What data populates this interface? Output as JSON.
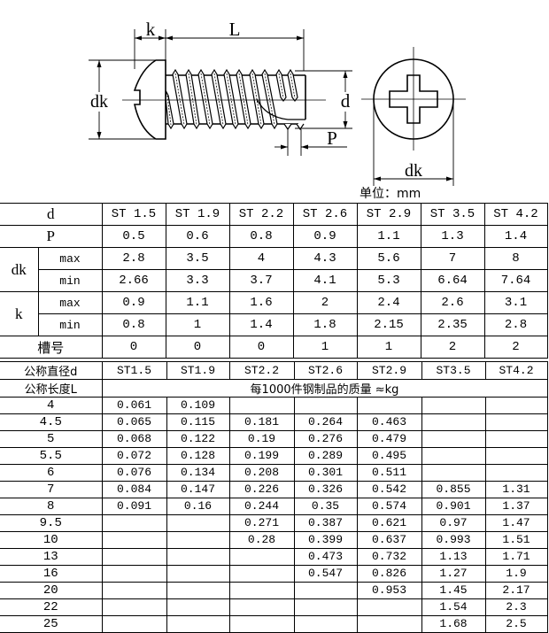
{
  "drawing": {
    "labels": {
      "k": "k",
      "L": "L",
      "dk_side": "dk",
      "d": "d",
      "P": "P",
      "dk_end": "dk"
    },
    "unit_label": "单位：mm"
  },
  "dimensions_table": {
    "header": {
      "label": "d",
      "sizes": [
        "ST 1.5",
        "ST 1.9",
        "ST 2.2",
        "ST 2.6",
        "ST 2.9",
        "ST 3.5",
        "ST 4.2"
      ]
    },
    "rows": [
      {
        "label": "P",
        "values": [
          "0.5",
          "0.6",
          "0.8",
          "0.9",
          "1.1",
          "1.3",
          "1.4"
        ]
      },
      {
        "group": "dk",
        "sub": "max",
        "values": [
          "2.8",
          "3.5",
          "4",
          "4.3",
          "5.6",
          "7",
          "8"
        ]
      },
      {
        "group": "dk",
        "sub": "min",
        "values": [
          "2.66",
          "3.3",
          "3.7",
          "4.1",
          "5.3",
          "6.64",
          "7.64"
        ]
      },
      {
        "group": "k",
        "sub": "max",
        "values": [
          "0.9",
          "1.1",
          "1.6",
          "2",
          "2.4",
          "2.6",
          "3.1"
        ]
      },
      {
        "group": "k",
        "sub": "min",
        "values": [
          "0.8",
          "1",
          "1.4",
          "1.8",
          "2.15",
          "2.35",
          "2.8"
        ]
      },
      {
        "label": "槽号",
        "values": [
          "0",
          "0",
          "0",
          "1",
          "1",
          "2",
          "2"
        ]
      }
    ]
  },
  "mass_table": {
    "header": {
      "label": "公称直径d",
      "sizes": [
        "ST1.5",
        "ST1.9",
        "ST2.2",
        "ST2.6",
        "ST2.9",
        "ST3.5",
        "ST4.2"
      ]
    },
    "subheader": {
      "label": "公称长度L",
      "caption": "每1000件钢制品的质量 ≈kg"
    },
    "rows": [
      {
        "L": "4",
        "values": [
          "0.061",
          "0.109",
          "",
          "",
          "",
          "",
          ""
        ]
      },
      {
        "L": "4.5",
        "values": [
          "0.065",
          "0.115",
          "0.181",
          "0.264",
          "0.463",
          "",
          ""
        ]
      },
      {
        "L": "5",
        "values": [
          "0.068",
          "0.122",
          "0.19",
          "0.276",
          "0.479",
          "",
          ""
        ]
      },
      {
        "L": "5.5",
        "values": [
          "0.072",
          "0.128",
          "0.199",
          "0.289",
          "0.495",
          "",
          ""
        ]
      },
      {
        "L": "6",
        "values": [
          "0.076",
          "0.134",
          "0.208",
          "0.301",
          "0.511",
          "",
          ""
        ]
      },
      {
        "L": "7",
        "values": [
          "0.084",
          "0.147",
          "0.226",
          "0.326",
          "0.542",
          "0.855",
          "1.31"
        ]
      },
      {
        "L": "8",
        "values": [
          "0.091",
          "0.16",
          "0.244",
          "0.35",
          "0.574",
          "0.901",
          "1.37"
        ]
      },
      {
        "L": "9.5",
        "values": [
          "",
          "",
          "0.271",
          "0.387",
          "0.621",
          "0.97",
          "1.47"
        ]
      },
      {
        "L": "10",
        "values": [
          "",
          "",
          "0.28",
          "0.399",
          "0.637",
          "0.993",
          "1.51"
        ]
      },
      {
        "L": "13",
        "values": [
          "",
          "",
          "",
          "0.473",
          "0.732",
          "1.13",
          "1.71"
        ]
      },
      {
        "L": "16",
        "values": [
          "",
          "",
          "",
          "0.547",
          "0.826",
          "1.27",
          "1.9"
        ]
      },
      {
        "L": "20",
        "values": [
          "",
          "",
          "",
          "",
          "0.953",
          "1.45",
          "2.17"
        ]
      },
      {
        "L": "22",
        "values": [
          "",
          "",
          "",
          "",
          "",
          "1.54",
          "2.3"
        ]
      },
      {
        "L": "25",
        "values": [
          "",
          "",
          "",
          "",
          "",
          "1.68",
          "2.5"
        ]
      }
    ]
  }
}
